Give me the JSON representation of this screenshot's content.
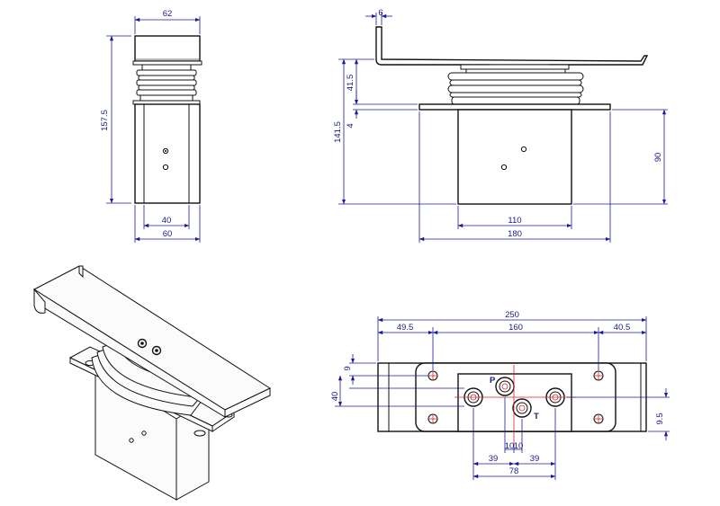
{
  "front_view": {
    "width_top": "62",
    "height_total": "157.5",
    "width_inner": "40",
    "width_outer": "60"
  },
  "side_view": {
    "flange_thickness": "6",
    "spring_height": "41.5",
    "plate_thickness": "4",
    "body_height_total": "141.5",
    "block_height": "90",
    "block_width": "110",
    "base_width": "180"
  },
  "bottom_view": {
    "total_length": "250",
    "left_offset": "49.5",
    "hole_spacing": "160",
    "right_offset": "40.5",
    "offset_9": "9",
    "height_40": "40",
    "offset_9_5": "9.5",
    "gap_a": "10",
    "gap_b": "10",
    "spacing_left": "39",
    "spacing_right": "39",
    "spacing_total": "78",
    "port_label_p": "P",
    "port_label_t": "T"
  }
}
